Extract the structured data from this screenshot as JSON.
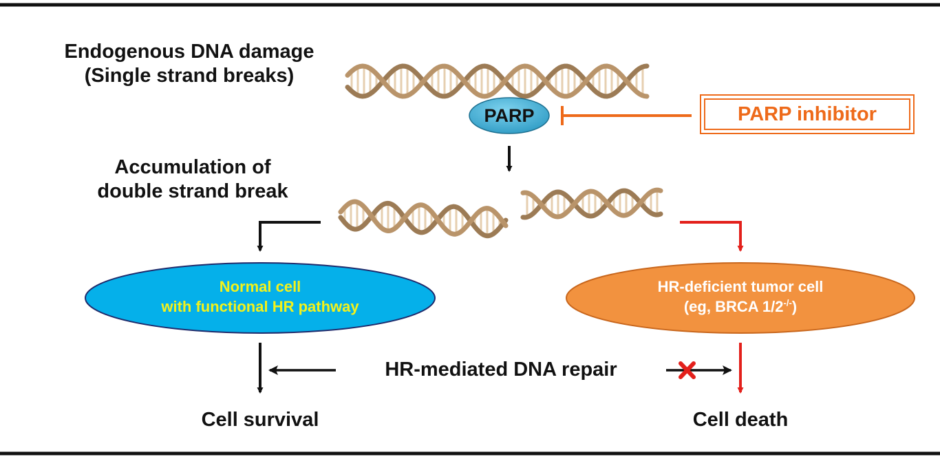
{
  "colors": {
    "black": "#111111",
    "red": "#e3201b",
    "orange": "#ee6a1a",
    "parp_fill": "#2e9bc4",
    "normal_cell_fill": "#05b0ea",
    "normal_cell_text": "#f4f21a",
    "tumor_cell_fill": "#f2923f",
    "tumor_cell_text": "#ffffff",
    "dna_strand": "#9c7b55",
    "dna_rung": "#e6cfb0"
  },
  "icons": {
    "dna_top": "dna-helix",
    "dna_broken": "broken-dna-helix",
    "blocked_repair": "red-x-mark"
  },
  "labels": {
    "endogenous_line1": "Endogenous DNA damage",
    "endogenous_line2": "(Single strand breaks)",
    "parp": "PARP",
    "parp_inhibitor": "PARP inhibitor",
    "accumulation_line1": "Accumulation of",
    "accumulation_line2": "double strand break",
    "normal_cell_line1": "Normal cell",
    "normal_cell_line2": "with functional HR pathway",
    "tumor_cell_line1": "HR-deficient tumor cell",
    "tumor_cell_line2_prefix": "(eg, BRCA 1/2",
    "tumor_cell_line2_sup": "-/-",
    "tumor_cell_line2_suffix": ")",
    "hr_repair": "HR-mediated DNA repair",
    "cell_survival": "Cell survival",
    "cell_death": "Cell death"
  }
}
